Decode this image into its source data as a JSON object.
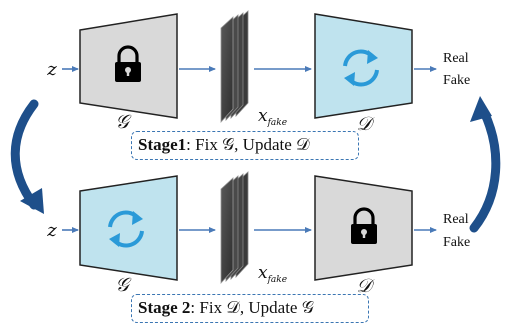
{
  "stage1": {
    "input_label": "z",
    "generator_label": "𝒢",
    "fake_label_main": "x",
    "fake_label_sub": "fake",
    "discriminator_label": "𝒟",
    "output_real": "Real",
    "output_fake": "Fake",
    "caption_bold": "Stage1",
    "caption_rest": ": Fix 𝒢, Update 𝒟",
    "generator_icon": "lock-icon",
    "discriminator_icon": "refresh-icon"
  },
  "stage2": {
    "input_label": "z",
    "generator_label": "𝒢",
    "fake_label_main": "x",
    "fake_label_sub": "fake",
    "discriminator_label": "𝒟",
    "output_real": "Real",
    "output_fake": "Fake",
    "caption_bold": "Stage 2",
    "caption_rest": ": Fix 𝒟, Update 𝒢",
    "generator_icon": "refresh-icon",
    "discriminator_icon": "lock-icon"
  },
  "colors": {
    "frozen_fill": "#d9d9d9",
    "trainable_fill": "#bfe3ee",
    "arrow_blue": "#4a7ab8",
    "cycle_blue": "#1e4f8a",
    "refresh_blue": "#2a9ad8",
    "dashed_border": "#3b76b3"
  }
}
